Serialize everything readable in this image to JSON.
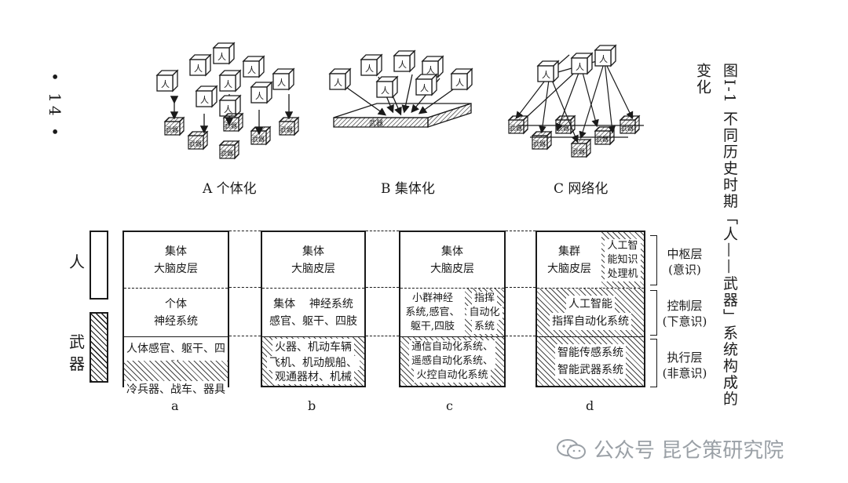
{
  "page_number": "• 14 •",
  "caption": "图I-1  不同历史时期「人——武器」系统构成的变化",
  "panels": [
    {
      "label": "A 个体化"
    },
    {
      "label": "B 集体化"
    },
    {
      "label": "C 网络化"
    }
  ],
  "glyphs": {
    "human": "人",
    "weapon": "武器"
  },
  "side_labels": {
    "human": "人",
    "weapon_1": "武",
    "weapon_2": "器"
  },
  "columns": [
    {
      "letter": "a",
      "top": [
        "集体",
        "大脑皮层"
      ],
      "mid": [
        "个体",
        "神经系统"
      ],
      "bottom": [
        "人体感官、躯干、四肢",
        "冷兵器、战车、器具"
      ]
    },
    {
      "letter": "b",
      "top": [
        "集体",
        "大脑皮层"
      ],
      "mid": [
        "集体    神经系统",
        "感官、躯干、四肢"
      ],
      "bottom": [
        "火器、机动车辆",
        "飞机、机动舰船、",
        "观通器材、机械"
      ]
    },
    {
      "letter": "c",
      "top": [
        "集体",
        "大脑皮层"
      ],
      "mid_left": [
        "小群神经",
        "系统,感官、",
        "躯干,四肢"
      ],
      "mid_right": [
        "指挥",
        "自动化",
        "系统"
      ],
      "bottom": [
        "通信自动化系统、",
        "遥感自动化系统、",
        "火控自动化系统"
      ]
    },
    {
      "letter": "d",
      "top_left": [
        "集群",
        "大脑皮层"
      ],
      "top_right": [
        "人工智",
        "能知识",
        "处理机"
      ],
      "mid": [
        "人工智能",
        "指挥自动化系统"
      ],
      "bottom": [
        "智能传感系统",
        "智能武器系统"
      ]
    }
  ],
  "layers": [
    {
      "name": "中枢层",
      "sub": "(意识)"
    },
    {
      "name": "控制层",
      "sub": "(下意识)"
    },
    {
      "name": "执行层",
      "sub": "(非意识)"
    }
  ],
  "watermark": "公众号 昆仑策研究院"
}
